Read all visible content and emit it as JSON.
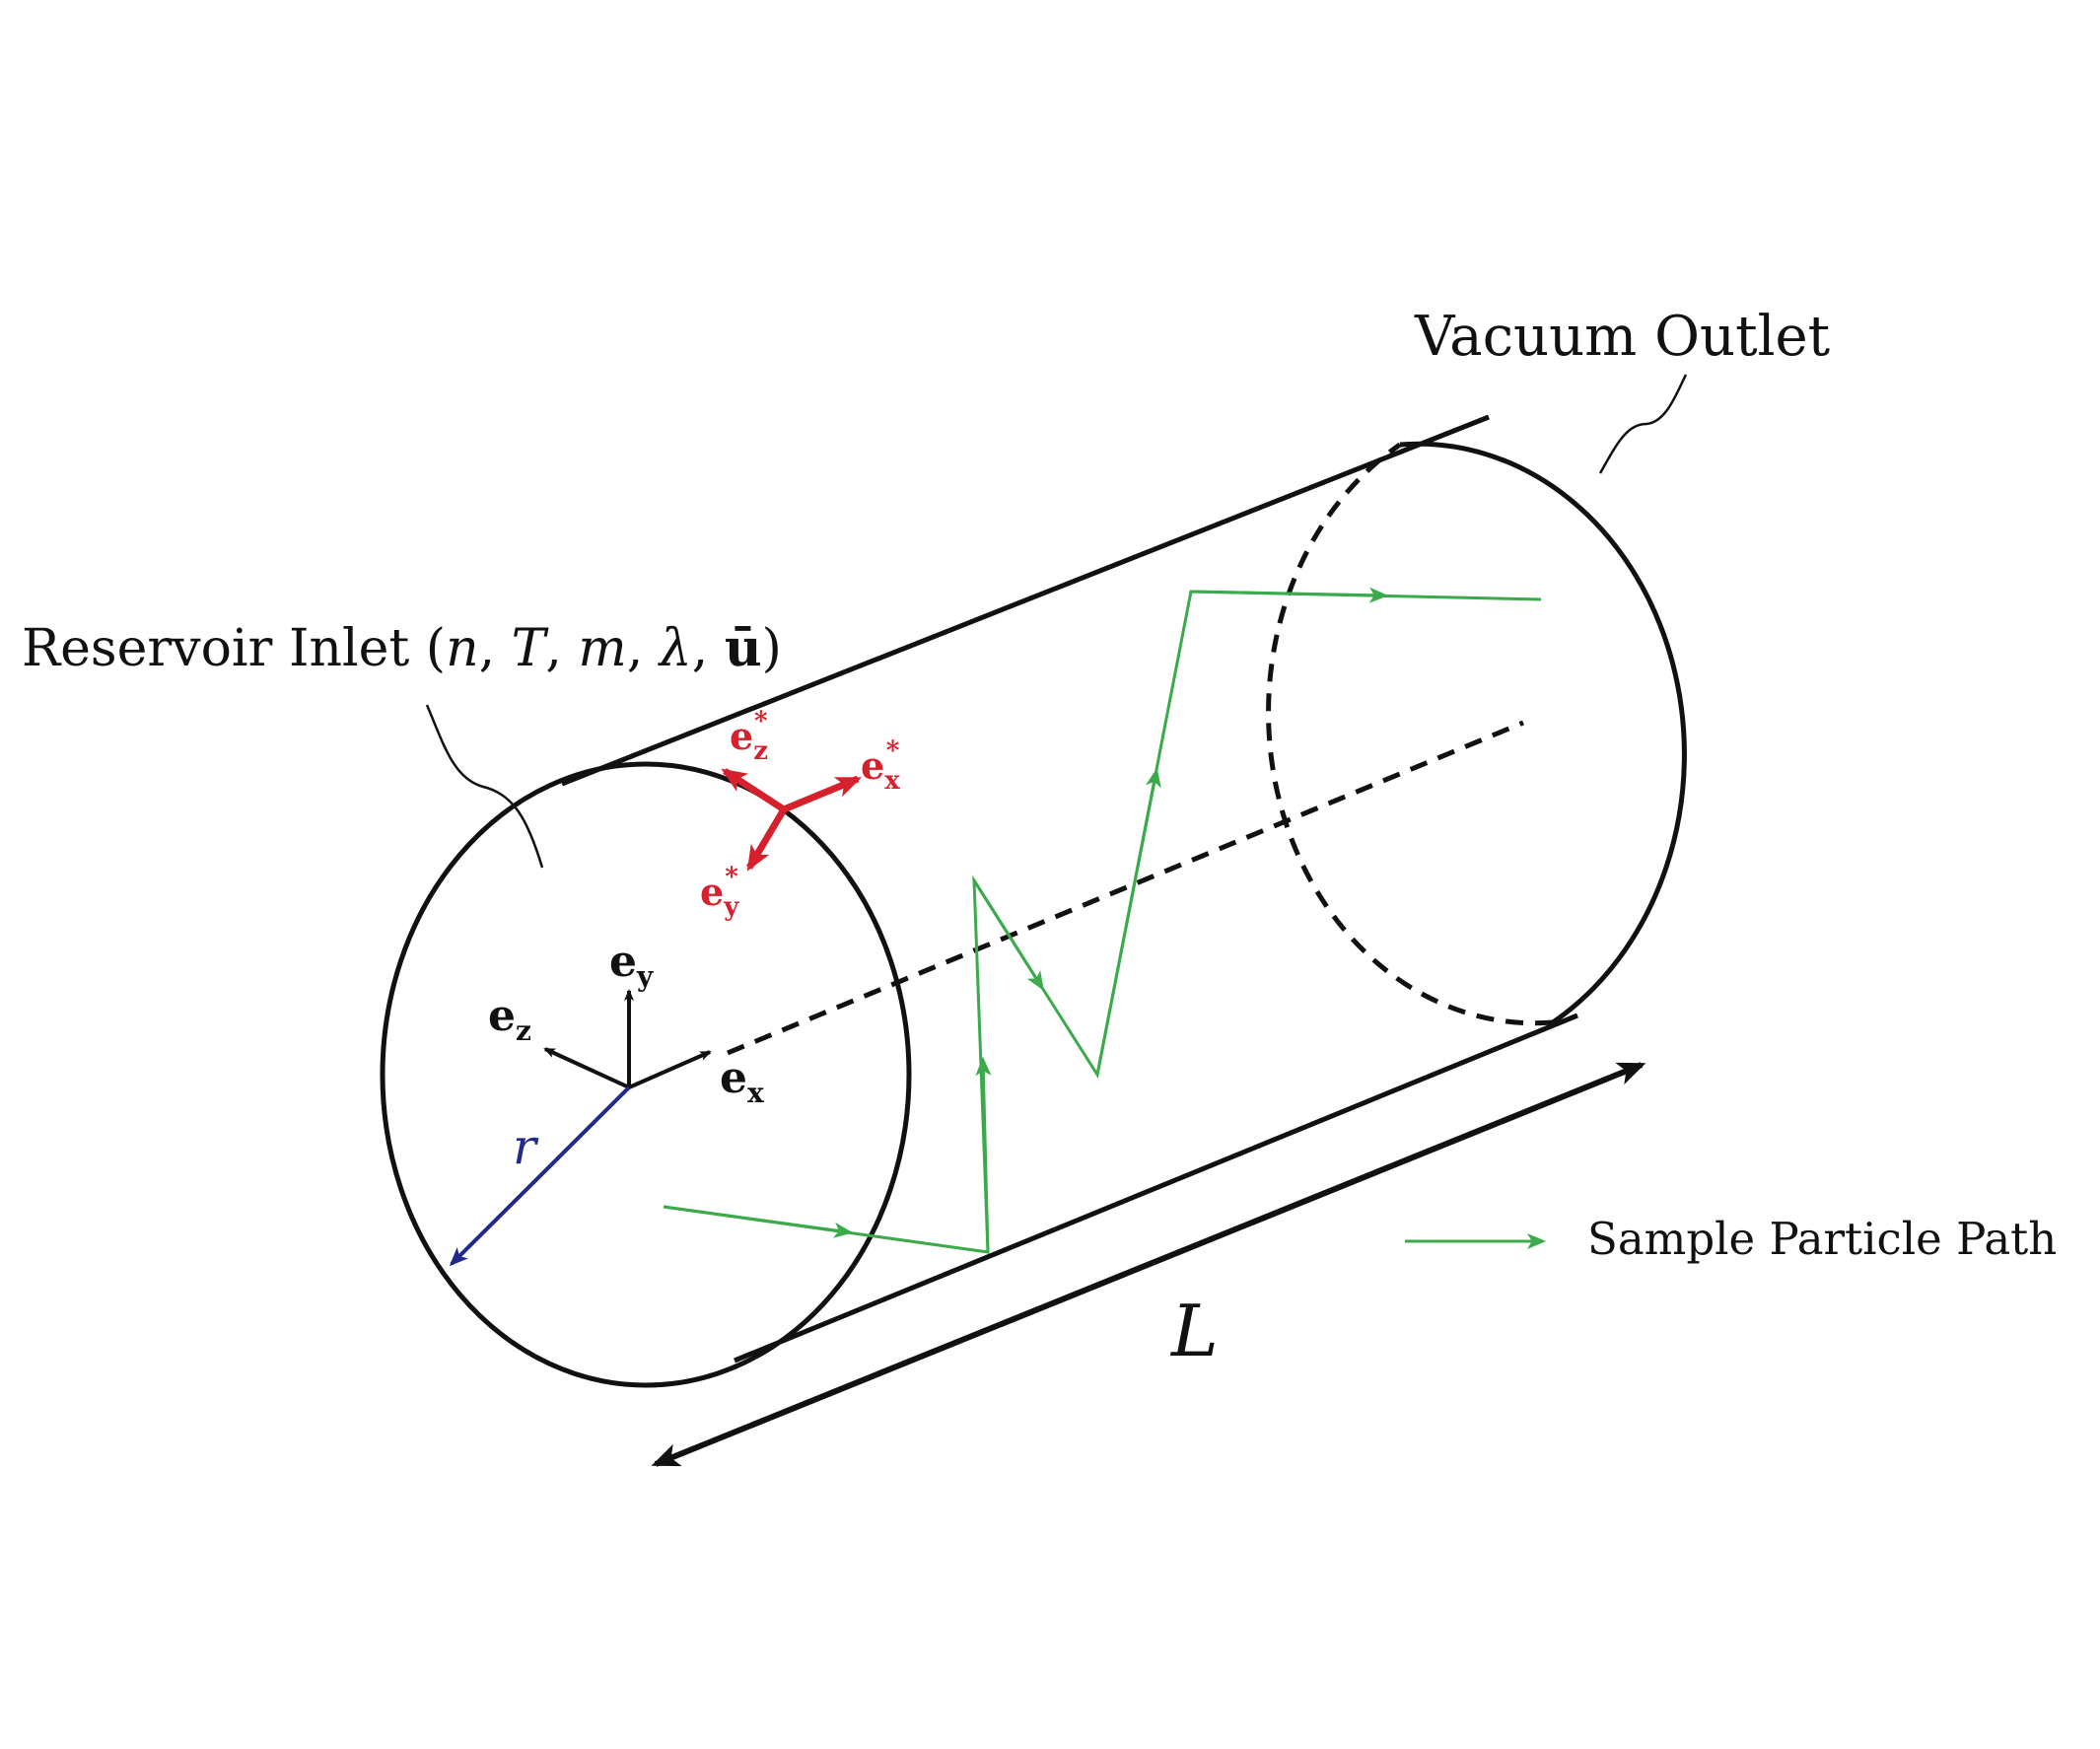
{
  "labels": {
    "vacuum_outlet": "Vacuum Outlet",
    "reservoir_prefix": "Reservoir Inlet (",
    "reservoir_params": [
      "n",
      "T",
      "m",
      "λ"
    ],
    "reservoir_sep": ", ",
    "reservoir_vector": "ū",
    "reservoir_suffix": ")",
    "length": "L",
    "radius": "r",
    "legend": "Sample Particle Path"
  },
  "axes": {
    "base": {
      "ex": "e",
      "ex_sub": "x",
      "ey": "e",
      "ey_sub": "y",
      "ez": "e",
      "ez_sub": "z"
    },
    "local": {
      "ex": "e",
      "ex_sub": "x",
      "ey": "e",
      "ey_sub": "y",
      "ez": "e",
      "ez_sub": "z",
      "star": "*"
    }
  },
  "colors": {
    "outline": "#111111",
    "particle_path": "#3aaa4a",
    "local_axes": "#d6202b",
    "radius": "#1f2a8c",
    "background": "#ffffff"
  }
}
